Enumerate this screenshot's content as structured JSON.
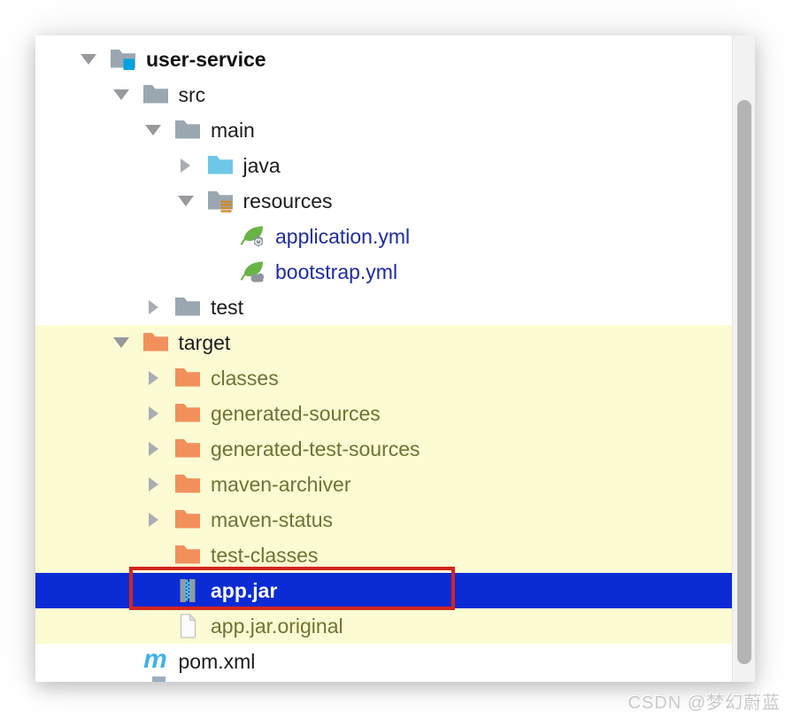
{
  "window": {
    "watermark": "CSDN @梦幻蔚蓝"
  },
  "colors": {
    "selection_blue": "#0b2bd5",
    "build_highlight_yellow": "#fdfbd3",
    "annotation_red": "#d3251d",
    "folder_gray": "#9aa7b0",
    "excluded_folder_orange": "#f2905c",
    "sources_folder_blue": "#6ec7e9",
    "module_badge_blue": "#00a3e0",
    "resources_badge_orange": "#cf8a28",
    "spring_green": "#68b447",
    "maven_blue": "#41b1e8",
    "jar_zipper_cyan": "#46c8ec",
    "yml_text_blue": "#1d2ca6",
    "excluded_text_olive": "#6e7433",
    "text_black": "#1c1c1e",
    "selected_text_white": "#ffffff",
    "scrollbar_thumb_gray": "#b4b4b4"
  },
  "tree": {
    "items": [
      {
        "label": "user-service",
        "level": 0,
        "arrow": "expanded",
        "icon": "module-folder",
        "style": "bold-black"
      },
      {
        "label": "src",
        "level": 1,
        "arrow": "expanded",
        "icon": "folder",
        "style": "black"
      },
      {
        "label": "main",
        "level": 2,
        "arrow": "expanded",
        "icon": "folder",
        "style": "black"
      },
      {
        "label": "java",
        "level": 3,
        "arrow": "collapsed",
        "icon": "sources-folder",
        "style": "black"
      },
      {
        "label": "resources",
        "level": 3,
        "arrow": "expanded",
        "icon": "resources-folder",
        "style": "black"
      },
      {
        "label": "application.yml",
        "level": 4,
        "arrow": null,
        "icon": "spring-boot-config",
        "style": "blue"
      },
      {
        "label": "bootstrap.yml",
        "level": 4,
        "arrow": null,
        "icon": "spring-cloud-config",
        "style": "blue"
      },
      {
        "label": "test",
        "level": 2,
        "arrow": "collapsed",
        "icon": "folder",
        "style": "black"
      },
      {
        "label": "target",
        "level": 1,
        "arrow": "expanded",
        "icon": "excluded-folder",
        "style": "black",
        "highlighted": true
      },
      {
        "label": "classes",
        "level": 2,
        "arrow": "collapsed",
        "icon": "excluded-folder",
        "style": "olive",
        "highlighted": true
      },
      {
        "label": "generated-sources",
        "level": 2,
        "arrow": "collapsed",
        "icon": "excluded-folder",
        "style": "olive",
        "highlighted": true
      },
      {
        "label": "generated-test-sources",
        "level": 2,
        "arrow": "collapsed",
        "icon": "excluded-folder",
        "style": "olive",
        "highlighted": true
      },
      {
        "label": "maven-archiver",
        "level": 2,
        "arrow": "collapsed",
        "icon": "excluded-folder",
        "style": "olive",
        "highlighted": true
      },
      {
        "label": "maven-status",
        "level": 2,
        "arrow": "collapsed",
        "icon": "excluded-folder",
        "style": "olive",
        "highlighted": true
      },
      {
        "label": "test-classes",
        "level": 2,
        "arrow": null,
        "icon": "excluded-folder",
        "style": "olive",
        "highlighted": true
      },
      {
        "label": "app.jar",
        "level": 2,
        "arrow": null,
        "icon": "jar-archive",
        "style": "bold-white",
        "highlighted": true,
        "selected": true,
        "annotated": true
      },
      {
        "label": "app.jar.original",
        "level": 2,
        "arrow": null,
        "icon": "file",
        "style": "olive",
        "highlighted": true
      },
      {
        "label": "pom.xml",
        "level": 1,
        "arrow": null,
        "icon": "maven",
        "style": "black"
      }
    ]
  }
}
